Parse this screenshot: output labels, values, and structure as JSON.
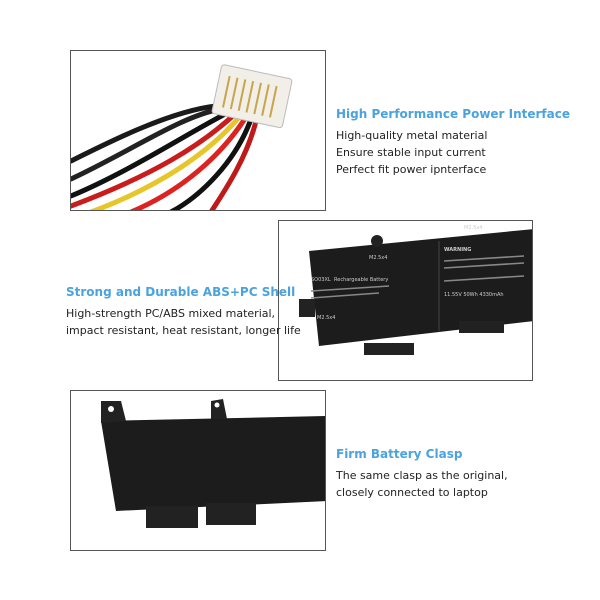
{
  "sections": [
    {
      "title": "High Performance Power Interface",
      "lines": [
        "High-quality metal material",
        "Ensure stable input current",
        "Perfect fit power ipnterface"
      ]
    },
    {
      "title": "Strong and Durable ABS+PC Shell",
      "lines": [
        "High-strength PC/ABS mixed material,",
        "impact resistant, heat resistant, longer life"
      ]
    },
    {
      "title": "Firm Battery Clasp",
      "lines": [
        "The same clasp as the original,",
        "closely connected to laptop"
      ]
    }
  ],
  "battery_label": {
    "model": "SO03XL",
    "type": "Rechargeable Battery",
    "warning": "WARNING",
    "screw_top": "M2.5x4",
    "screw_left": "M2.5x4",
    "screw_right": "M2.5x4",
    "rating": "11.55V 50Wh 4330mAh"
  },
  "colors": {
    "heading": "#4aa3df",
    "text": "#222222",
    "battery": "#1c1c1c",
    "frame": "#555555"
  }
}
